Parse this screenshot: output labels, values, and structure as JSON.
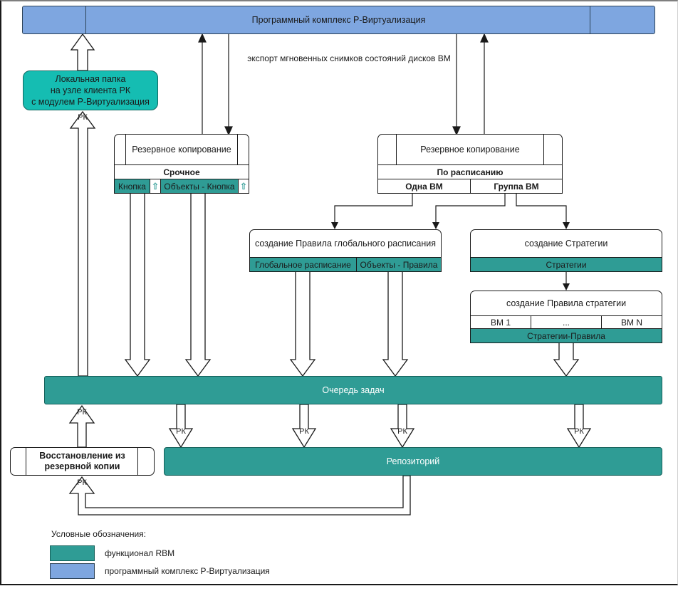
{
  "top_bar": {
    "label": "Программный комплекс Р-Виртуализация"
  },
  "export_label": "экспорт мгновенных снимков состояний дисков ВМ",
  "local_folder": {
    "line1": "Локальная папка",
    "line2": "на узле клиента РК",
    "line3": "с модулем Р-Виртуализация"
  },
  "labels": {
    "rk": "РК"
  },
  "icons": {
    "up_arrow": "⇧"
  },
  "left_backup": {
    "title": "Резервное копирование",
    "mode": "Срочное",
    "cell1": "Кнопка",
    "cell2": "Объекты - Кнопка"
  },
  "right_backup": {
    "title": "Резервное копирование",
    "mode": "По расписанию",
    "cell1": "Одна ВМ",
    "cell2": "Группа ВМ"
  },
  "global_schedule": {
    "title": "создание Правила глобального расписания",
    "cell1": "Глобальное расписание",
    "cell2": "Объекты - Правила"
  },
  "strategy": {
    "title": "создание Стратегии",
    "cell1": "Стратегии"
  },
  "strategy_rule": {
    "title": "создание Правила стратегии",
    "cell1": "ВМ 1",
    "cell2": "...",
    "cell3": "ВМ N",
    "footer": "Стратегии-Правила"
  },
  "queue": {
    "label": "Очередь задач"
  },
  "restore": {
    "line1": "Восстановление из",
    "line2": "резервной копии"
  },
  "repository": {
    "label": "Репозиторий"
  },
  "legend": {
    "title": "Условные обозначения:",
    "item1": "функционал RBM",
    "item2": "программный комплекс Р-Виртуализация"
  },
  "colors": {
    "teal": "#2F9C95",
    "bright_teal": "#15BDB2",
    "blue": "#7EA6E0"
  }
}
